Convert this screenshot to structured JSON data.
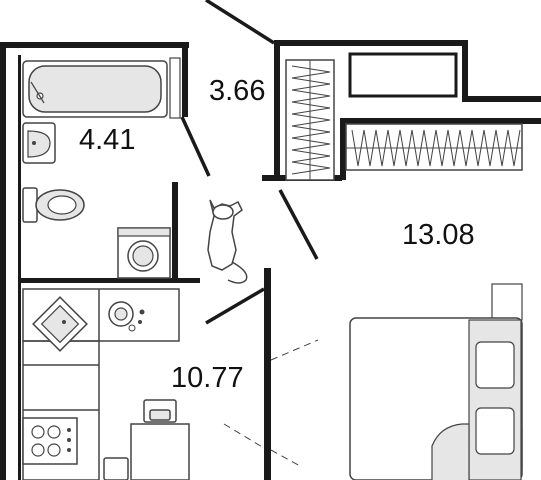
{
  "rooms": {
    "bathroom": {
      "area": "4.41"
    },
    "hallway": {
      "area": "3.66"
    },
    "living_room": {
      "area": "13.08"
    },
    "kitchen": {
      "area": "10.77"
    }
  },
  "colors": {
    "wall": "#1a1a1a",
    "fixture_stroke": "#444444",
    "fixture_fill": "#e6e6e6",
    "background": "#ffffff"
  },
  "icons": {
    "bathtub": "bathtub-icon",
    "sink": "sink-icon",
    "toilet": "toilet-icon",
    "washing_machine": "washing-machine-icon",
    "cat": "cat-icon",
    "kitchen_sink": "kitchen-sink-icon",
    "dishwasher": "dishwasher-icon",
    "stove": "stove-icon",
    "bed": "bed-icon",
    "wardrobe": "wardrobe-icon",
    "dining_set": "dining-set-icon"
  }
}
